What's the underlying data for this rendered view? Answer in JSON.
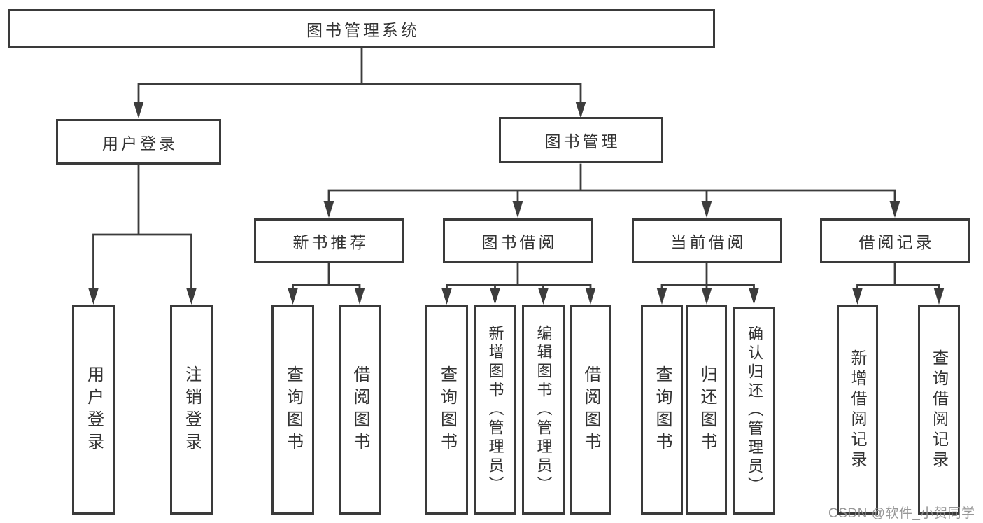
{
  "diagram": {
    "nodes": {
      "root": "图书管理系统",
      "user_login": "用户登录",
      "book_management": "图书管理",
      "new_book_recommend": "新书推荐",
      "book_borrow": "图书借阅",
      "current_borrow": "当前借阅",
      "borrow_records": "借阅记录",
      "leaf_user_login": "用户登录",
      "leaf_logout": "注销登录",
      "recommend_query_books": "查询图书",
      "recommend_borrow_books": "借阅图书",
      "borrow_query_books": "查询图书",
      "borrow_add_books": "新增图书（管理员）",
      "borrow_edit_books": "编辑图书（管理员）",
      "borrow_borrow_books": "借阅图书",
      "current_query_books": "查询图书",
      "current_return_books": "归还图书",
      "current_confirm_return": "确认归还（管理员）",
      "records_add_record": "新增借阅记录",
      "records_query_record": "查询借阅记录"
    },
    "watermark": "CSDN @软件_小贺同学",
    "colors": {
      "line": "#3c3c3c",
      "box_border": "#3a3a3a",
      "text": "#333333",
      "watermark": "#8f8f8f",
      "background": "#ffffff"
    }
  }
}
